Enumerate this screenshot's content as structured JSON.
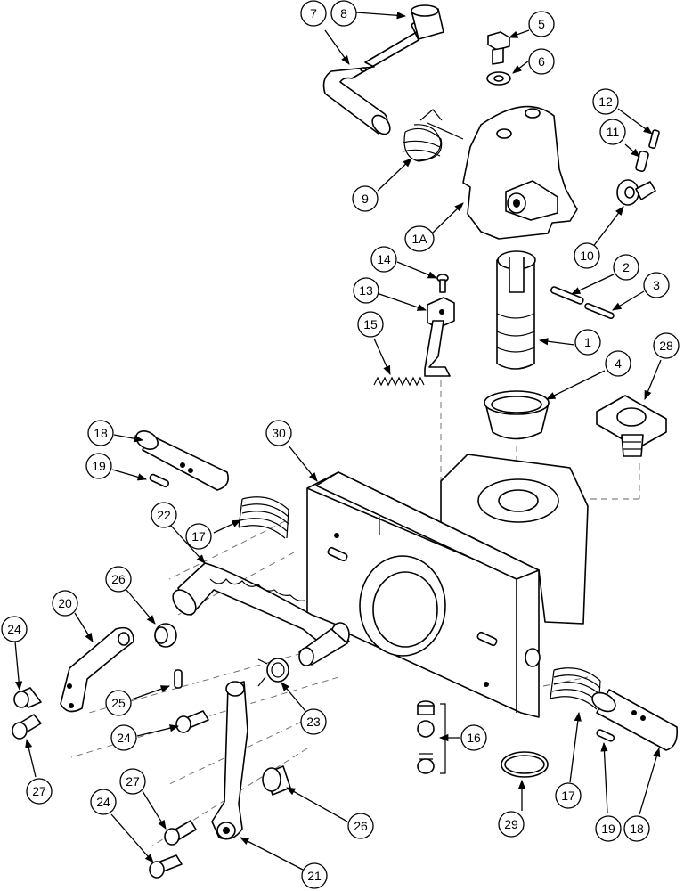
{
  "callouts": [
    {
      "id": "c1",
      "label": "1"
    },
    {
      "id": "c1a",
      "label": "1A"
    },
    {
      "id": "c2",
      "label": "2"
    },
    {
      "id": "c3",
      "label": "3"
    },
    {
      "id": "c4",
      "label": "4"
    },
    {
      "id": "c5",
      "label": "5"
    },
    {
      "id": "c6",
      "label": "6"
    },
    {
      "id": "c7",
      "label": "7"
    },
    {
      "id": "c8",
      "label": "8"
    },
    {
      "id": "c9",
      "label": "9"
    },
    {
      "id": "c10",
      "label": "10"
    },
    {
      "id": "c11",
      "label": "11"
    },
    {
      "id": "c12",
      "label": "12"
    },
    {
      "id": "c13",
      "label": "13"
    },
    {
      "id": "c14",
      "label": "14"
    },
    {
      "id": "c15",
      "label": "15"
    },
    {
      "id": "c16",
      "label": "16"
    },
    {
      "id": "c17a",
      "label": "17"
    },
    {
      "id": "c17b",
      "label": "17"
    },
    {
      "id": "c18a",
      "label": "18"
    },
    {
      "id": "c18b",
      "label": "18"
    },
    {
      "id": "c19a",
      "label": "19"
    },
    {
      "id": "c19b",
      "label": "19"
    },
    {
      "id": "c20",
      "label": "20"
    },
    {
      "id": "c21",
      "label": "21"
    },
    {
      "id": "c22",
      "label": "22"
    },
    {
      "id": "c23",
      "label": "23"
    },
    {
      "id": "c24a",
      "label": "24"
    },
    {
      "id": "c24b",
      "label": "24"
    },
    {
      "id": "c24c",
      "label": "24"
    },
    {
      "id": "c25",
      "label": "25"
    },
    {
      "id": "c26a",
      "label": "26"
    },
    {
      "id": "c26b",
      "label": "26"
    },
    {
      "id": "c27a",
      "label": "27"
    },
    {
      "id": "c27b",
      "label": "27"
    },
    {
      "id": "c28",
      "label": "28"
    },
    {
      "id": "c29",
      "label": "29"
    },
    {
      "id": "c30",
      "label": "30"
    }
  ]
}
